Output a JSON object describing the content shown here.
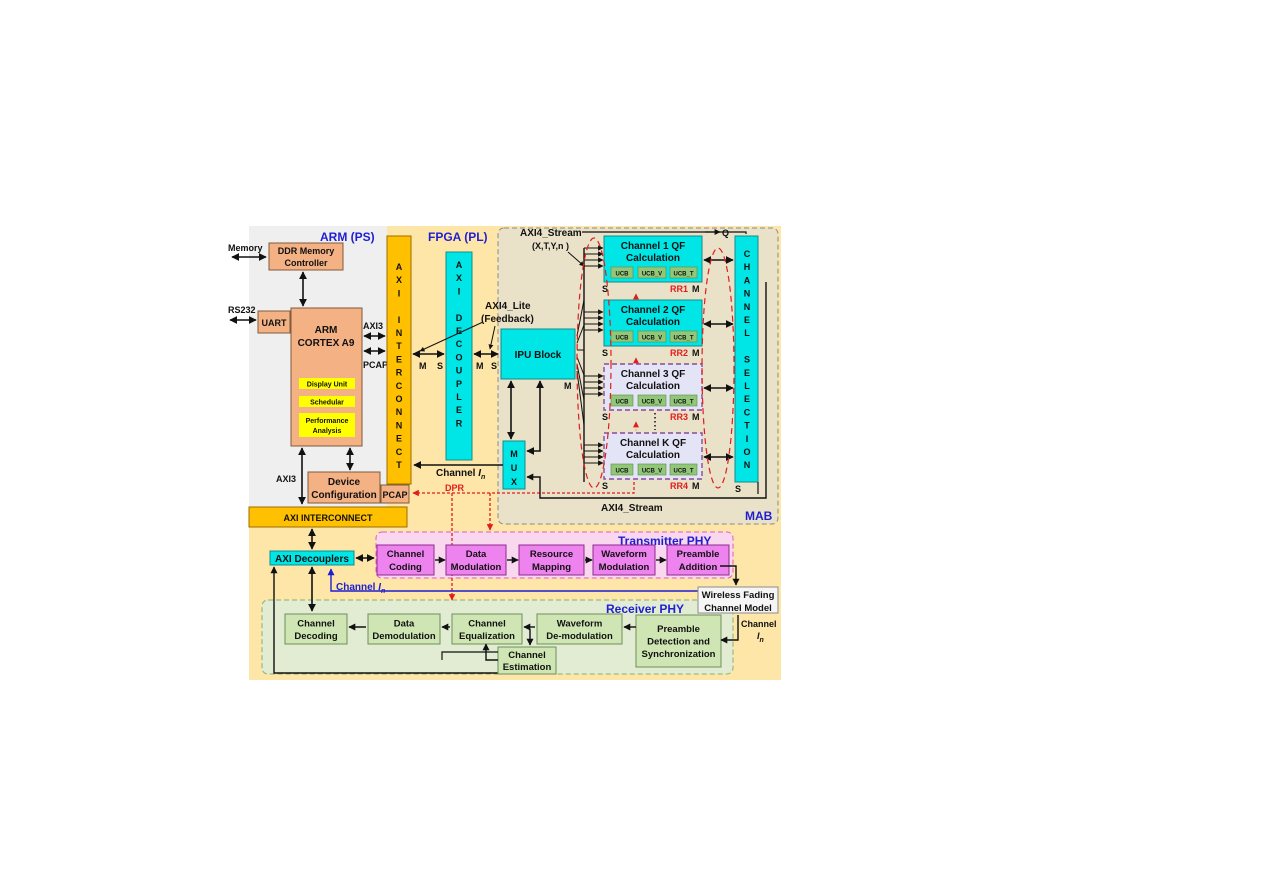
{
  "regions": {
    "arm": "ARM (PS)",
    "fpga": "FPGA (PL)",
    "mab": "MAB",
    "tx": "Transmitter PHY",
    "rx": "Receiver PHY"
  },
  "ps": {
    "memory": "Memory",
    "ddr": [
      "DDR Memory",
      "Controller"
    ],
    "rs232": "RS232",
    "uart": "UART",
    "arm_core": [
      "ARM",
      "CORTEX A9"
    ],
    "display_unit": "Display Unit",
    "scheduler": "Schedular",
    "perf": [
      "Performance",
      "Analysis"
    ],
    "axi3_top": "AXI3",
    "pcap_top": "PCAP",
    "axi3_bottom": "AXI3",
    "devcfg": [
      "Device",
      "Configuration"
    ],
    "pcap_box": "PCAP",
    "axi_interconnect_h": "AXI INTERCONNECT"
  },
  "pl": {
    "axi_interconnect_v": [
      "A",
      "X",
      "I",
      "",
      "I",
      "N",
      "T",
      "E",
      "R",
      "C",
      "O",
      "N",
      "N",
      "E",
      "C",
      "T"
    ],
    "axi_decoupler_v": [
      "A",
      "X",
      "I",
      "",
      "D",
      "E",
      "C",
      "O",
      "U",
      "P",
      "L",
      "E",
      "R"
    ],
    "axi4_lite": [
      "AXI4_Lite",
      "(Feedback)"
    ],
    "m1": "M",
    "s1": "S",
    "m2": "M",
    "s2": "S",
    "ipu": "IPU Block",
    "ipu_m": "M",
    "mux": [
      "M",
      "U",
      "X"
    ],
    "channel_in_left": "Channel ",
    "channel_in_sub": "I",
    "channel_in_n": "n",
    "dpr": "DPR",
    "axi4_stream_top": [
      "AXI4_Stream",
      "(X,T,Y,n )"
    ],
    "axi4_stream_bottom": "AXI4_Stream",
    "q": "Q",
    "channel_selection_v": [
      "C",
      "H",
      "A",
      "N",
      "N",
      "E",
      "L",
      "",
      "S",
      "E",
      "L",
      "E",
      "C",
      "T",
      "I",
      "O",
      "N"
    ],
    "cs_s": "S"
  },
  "channels": [
    {
      "title": [
        "Channel 1 QF",
        "Calculation"
      ],
      "ucb": [
        "UCB",
        "UCB_V",
        "UCB_T"
      ],
      "rr": "RR1",
      "s": "S",
      "m": "M"
    },
    {
      "title": [
        "Channel 2 QF",
        "Calculation"
      ],
      "ucb": [
        "UCB",
        "UCB_V",
        "UCB_T"
      ],
      "rr": "RR2",
      "s": "S",
      "m": "M"
    },
    {
      "title": [
        "Channel 3 QF",
        "Calculation"
      ],
      "ucb": [
        "UCB",
        "UCB_V",
        "UCB_T"
      ],
      "rr": "RR3",
      "s": "S",
      "m": "M"
    },
    {
      "title": [
        "Channel K QF",
        "Calculation"
      ],
      "ucb": [
        "UCB",
        "UCB_V",
        "UCB_T"
      ],
      "rr": "RR4",
      "s": "S",
      "m": "M"
    }
  ],
  "phy": {
    "axi_decouplers": "AXI Decouplers",
    "tx_blocks": [
      [
        "Channel",
        "Coding"
      ],
      [
        "Data",
        "Modulation"
      ],
      [
        "Resource",
        "Mapping"
      ],
      [
        "Waveform",
        "Modulation"
      ],
      [
        "Preamble",
        "Addition"
      ]
    ],
    "channel_in_mid": "Channel ",
    "wireless": [
      "Wireless Fading",
      "Channel Model"
    ],
    "channel_in_right": [
      "Channel",
      "I"
    ],
    "rx_blocks": [
      [
        "Channel",
        "Decoding"
      ],
      [
        "Data",
        "Demodulation"
      ],
      [
        "Channel",
        "Equalization"
      ],
      [
        "Waveform",
        "De-modulation"
      ],
      [
        "Preamble",
        "Detection and",
        "Synchronization"
      ]
    ],
    "estimation": [
      "Channel",
      "Estimation"
    ]
  },
  "colors": {
    "ps_bg": "#efefef",
    "pl_bg": "#fde6a8",
    "mab_bg": "#e9e1c8",
    "tx_bg": "#f9d7ef",
    "rx_bg": "#e1ecd2",
    "orange_box": "#f4b183",
    "axi_bar": "#ffc000",
    "cyan": "#00e5e5",
    "lavender": "#e4e4f7",
    "magenta": "#ee82ee",
    "green_box": "#cfe6b4",
    "ucb": "#92c77a",
    "yellow": "#ffff00",
    "title_blue": "#1f1fd2",
    "red": "#e11d1d"
  }
}
